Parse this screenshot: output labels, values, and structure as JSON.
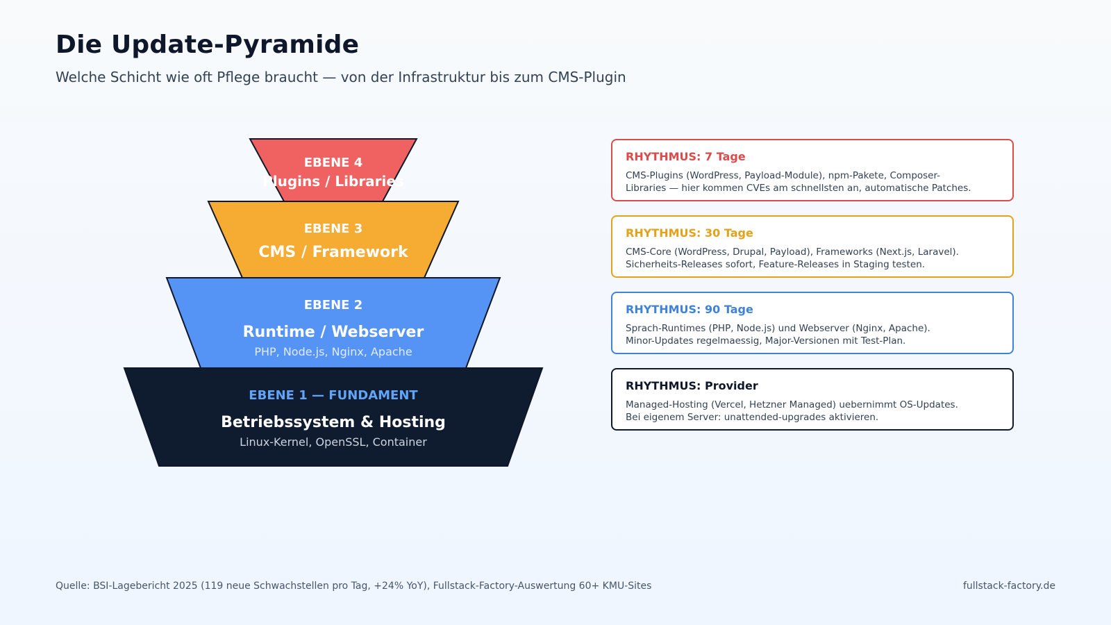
{
  "header": {
    "title": "Die Update-Pyramide",
    "subtitle": "Welche Schicht wie oft Pflege braucht — von der Infrastruktur bis zum CMS-Plugin"
  },
  "pyramid": {
    "layers": [
      {
        "level": "EBENE 4",
        "title": "Plugins / Libraries",
        "detail": "",
        "fill": "#f06262",
        "level_color": "#ffffff"
      },
      {
        "level": "EBENE 3",
        "title": "CMS / Framework",
        "detail": "",
        "fill": "#f6ab32",
        "level_color": "#ffffff"
      },
      {
        "level": "EBENE 2",
        "title": "Runtime / Webserver",
        "detail": "PHP, Node.js, Nginx, Apache",
        "fill": "#5594f4",
        "level_color": "#ffffff"
      },
      {
        "level": "EBENE 1 — FUNDAMENT",
        "title": "Betriebssystem & Hosting",
        "detail": "Linux-Kernel, OpenSSL, Container",
        "fill": "#0f1b2f",
        "level_color": "#60a5fa"
      }
    ]
  },
  "cards": [
    {
      "heading": "RHYTHMUS: 7 Tage",
      "line1": "CMS-Plugins (WordPress, Payload-Module), npm-Pakete, Composer-",
      "line2": "Libraries — hier kommen CVEs am schnellsten an, automatische Patches.",
      "color": "#dc4a4a"
    },
    {
      "heading": "RHYTHMUS: 30 Tage",
      "line1": "CMS-Core (WordPress, Drupal, Payload), Frameworks (Next.js, Laravel).",
      "line2": "Sicherheits-Releases sofort, Feature-Releases in Staging testen.",
      "color": "#e3a21a"
    },
    {
      "heading": "RHYTHMUS: 90 Tage",
      "line1": "Sprach-Runtimes (PHP, Node.js) und Webserver (Nginx, Apache).",
      "line2": "Minor-Updates regelmaessig, Major-Versionen mit Test-Plan.",
      "color": "#3f82d9"
    },
    {
      "heading": "RHYTHMUS: Provider",
      "line1": "Managed-Hosting (Vercel, Hetzner Managed) uebernimmt OS-Updates.",
      "line2": "Bei eigenem Server: unattended-upgrades aktivieren.",
      "color": "#0f172a"
    }
  ],
  "footer": {
    "source": "Quelle: BSI-Lagebericht 2025 (119 neue Schwachstellen pro Tag, +24% YoY), Fullstack-Factory-Auswertung 60+ KMU-Sites",
    "brand": "fullstack-factory.de"
  }
}
